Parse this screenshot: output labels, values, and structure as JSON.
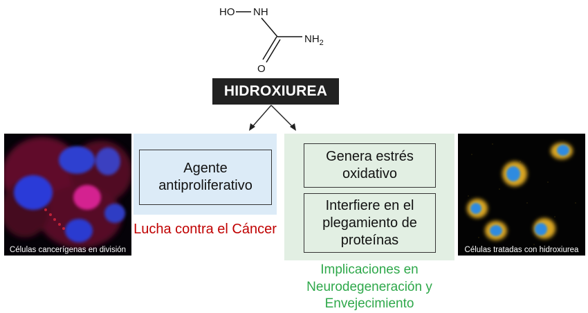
{
  "molecule": {
    "atom_oh": "HO",
    "atom_nh": "NH",
    "atom_nh2": "NH",
    "atom_nh2_sub": "2",
    "atom_o": "O"
  },
  "title": "HIDROXIUREA",
  "left_branch": {
    "box_text": "Agente antiproliferativo",
    "caption": "Lucha contra el Cáncer",
    "color": "#c00000"
  },
  "right_branch": {
    "box1_text": "Genera estrés oxidativo",
    "box2_text": "Interfiere en el plegamiento de proteínas",
    "caption": "Implicaciones en Neurodegeneración y Envejecimiento",
    "color": "#2ea84a"
  },
  "images": {
    "left_caption": "Células cancerígenas en división",
    "right_caption": "Células tratadas con hidroxiurea"
  }
}
